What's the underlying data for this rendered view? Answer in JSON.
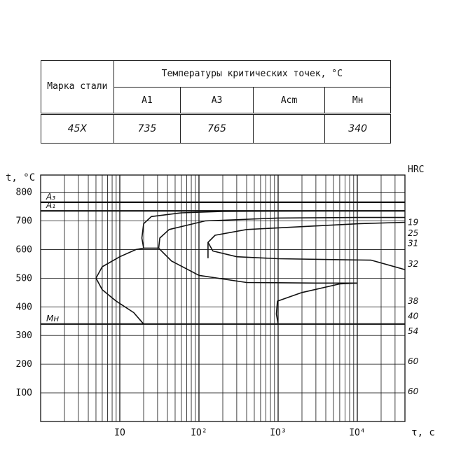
{
  "table": {
    "brand_header": "Марка стали",
    "temps_header": "Температуры критических точек, °С",
    "columns": [
      "A1",
      "A3",
      "Acm",
      "Mн"
    ],
    "row": {
      "brand": "45Х",
      "a1": "735",
      "a3": "765",
      "acm": "",
      "mn": "340"
    }
  },
  "chart_data": {
    "type": "line",
    "title": "",
    "ylabel": "t, °С",
    "xlabel": "τ, с",
    "right_axis_label": "HRC",
    "x_scale": "log",
    "xlim": [
      1,
      40000
    ],
    "ylim": [
      0,
      860
    ],
    "x_ticks": [
      {
        "value": 10,
        "label": "IO"
      },
      {
        "value": 100,
        "label": "IO²"
      },
      {
        "value": 1000,
        "label": "IO³"
      },
      {
        "value": 10000,
        "label": "IO⁴"
      }
    ],
    "y_ticks": [
      {
        "value": 100,
        "label": "IOO"
      },
      {
        "value": 200,
        "label": "200"
      },
      {
        "value": 300,
        "label": "300"
      },
      {
        "value": 400,
        "label": "400"
      },
      {
        "value": 500,
        "label": "500"
      },
      {
        "value": 600,
        "label": "600"
      },
      {
        "value": 700,
        "label": "700"
      },
      {
        "value": 800,
        "label": "800"
      }
    ],
    "grid": true,
    "reference_lines": [
      {
        "name": "A3",
        "label": "A₃",
        "y": 765
      },
      {
        "name": "A1",
        "label": "A₁",
        "y": 735
      },
      {
        "name": "Mн",
        "label": "Mн",
        "y": 340
      }
    ],
    "hrc_labels": [
      {
        "y": 695,
        "label": "19"
      },
      {
        "y": 657,
        "label": "25"
      },
      {
        "y": 622,
        "label": "31"
      },
      {
        "y": 550,
        "label": "32"
      },
      {
        "y": 420,
        "label": "38"
      },
      {
        "y": 368,
        "label": "40"
      },
      {
        "y": 315,
        "label": "54"
      },
      {
        "y": 210,
        "label": "60"
      },
      {
        "y": 105,
        "label": "60"
      }
    ],
    "series": [
      {
        "points": [
          [
            20,
            340
          ],
          [
            15,
            380
          ],
          [
            9,
            420
          ],
          [
            6,
            460
          ],
          [
            5,
            500
          ],
          [
            6,
            540
          ],
          [
            10,
            575
          ],
          [
            16,
            600
          ],
          [
            20,
            605
          ],
          [
            31,
            605
          ]
        ]
      },
      {
        "points": [
          [
            20,
            605
          ],
          [
            19,
            640
          ],
          [
            20,
            690
          ],
          [
            25,
            715
          ],
          [
            60,
            728
          ],
          [
            200,
            733
          ],
          [
            3000,
            735
          ],
          [
            40000,
            735
          ]
        ]
      },
      {
        "points": [
          [
            31,
            605
          ],
          [
            32,
            640
          ],
          [
            42,
            670
          ],
          [
            120,
            700
          ],
          [
            1000,
            710
          ],
          [
            10000,
            712
          ],
          [
            40000,
            712
          ]
        ]
      },
      {
        "points": [
          [
            31,
            605
          ],
          [
            45,
            560
          ],
          [
            100,
            510
          ],
          [
            400,
            485
          ],
          [
            3000,
            483
          ],
          [
            10000,
            483
          ]
        ]
      },
      {
        "points": [
          [
            130,
            570
          ],
          [
            130,
            625
          ],
          [
            160,
            650
          ],
          [
            400,
            670
          ],
          [
            2000,
            680
          ],
          [
            10000,
            690
          ],
          [
            40000,
            695
          ]
        ]
      },
      {
        "points": [
          [
            130,
            625
          ],
          [
            150,
            595
          ],
          [
            300,
            575
          ],
          [
            1000,
            568
          ],
          [
            15000,
            563
          ],
          [
            40000,
            530
          ]
        ]
      },
      {
        "points": [
          [
            1000,
            340
          ],
          [
            950,
            375
          ],
          [
            980,
            420
          ],
          [
            2000,
            450
          ],
          [
            6000,
            480
          ],
          [
            10000,
            483
          ]
        ]
      }
    ]
  }
}
